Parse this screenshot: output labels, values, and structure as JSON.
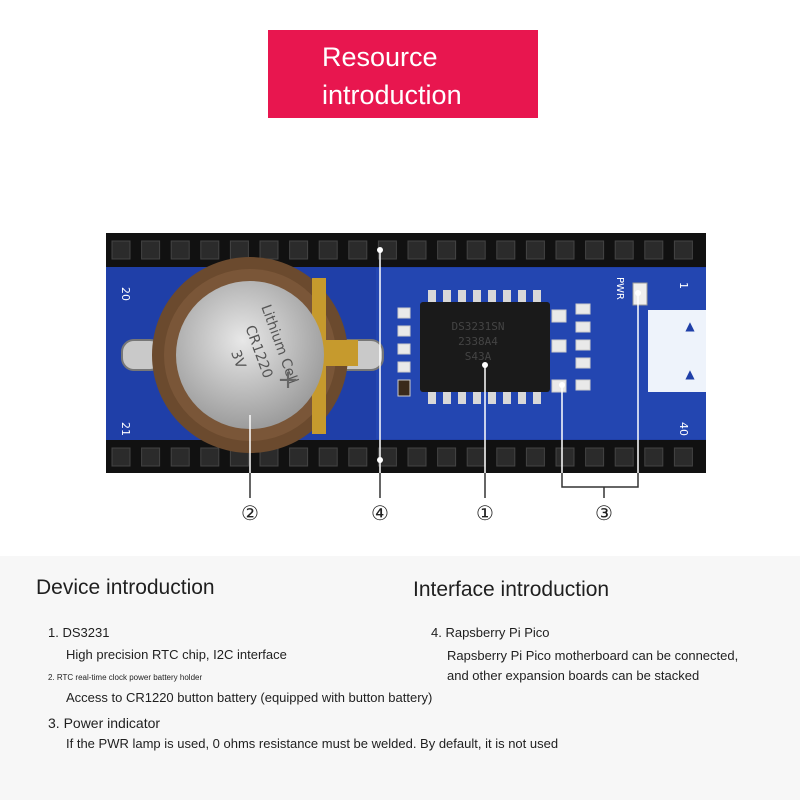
{
  "banner": {
    "line1": "Resource",
    "line2": "introduction"
  },
  "board": {
    "pin_labels": {
      "top_left": "20",
      "bottom_left": "21",
      "top_right": "1",
      "bottom_right": "40",
      "pwr": "PWR"
    },
    "battery_text": {
      "line1": "Lithium Cell",
      "line2": "CR1220",
      "line3": "3V"
    },
    "chip_text": {
      "line1": "DS3231SN",
      "line2": "2338A4",
      "line3": "S43A"
    },
    "callouts": [
      "②",
      "④",
      "①",
      "③"
    ]
  },
  "device": {
    "title": "Device introduction",
    "items": [
      {
        "title": "1. DS3231",
        "desc": "High precision RTC chip, I2C interface"
      },
      {
        "title": "2. RTC real-time clock power battery holder",
        "desc": "Access to CR1220 button battery (equipped with button battery)"
      },
      {
        "title": "3. Power indicator",
        "desc": "If the PWR lamp is used, 0 ohms resistance must be welded. By default, it is not used"
      }
    ]
  },
  "interface": {
    "title": "Interface introduction",
    "items": [
      {
        "title": "4. Rapsberry Pi Pico",
        "desc1": "Rapsberry Pi Pico motherboard can be connected,",
        "desc2": "and other expansion boards can be stacked"
      }
    ]
  },
  "colors": {
    "banner": "#e8164f",
    "pcb": "#1f3fa8",
    "header": "#111111"
  }
}
